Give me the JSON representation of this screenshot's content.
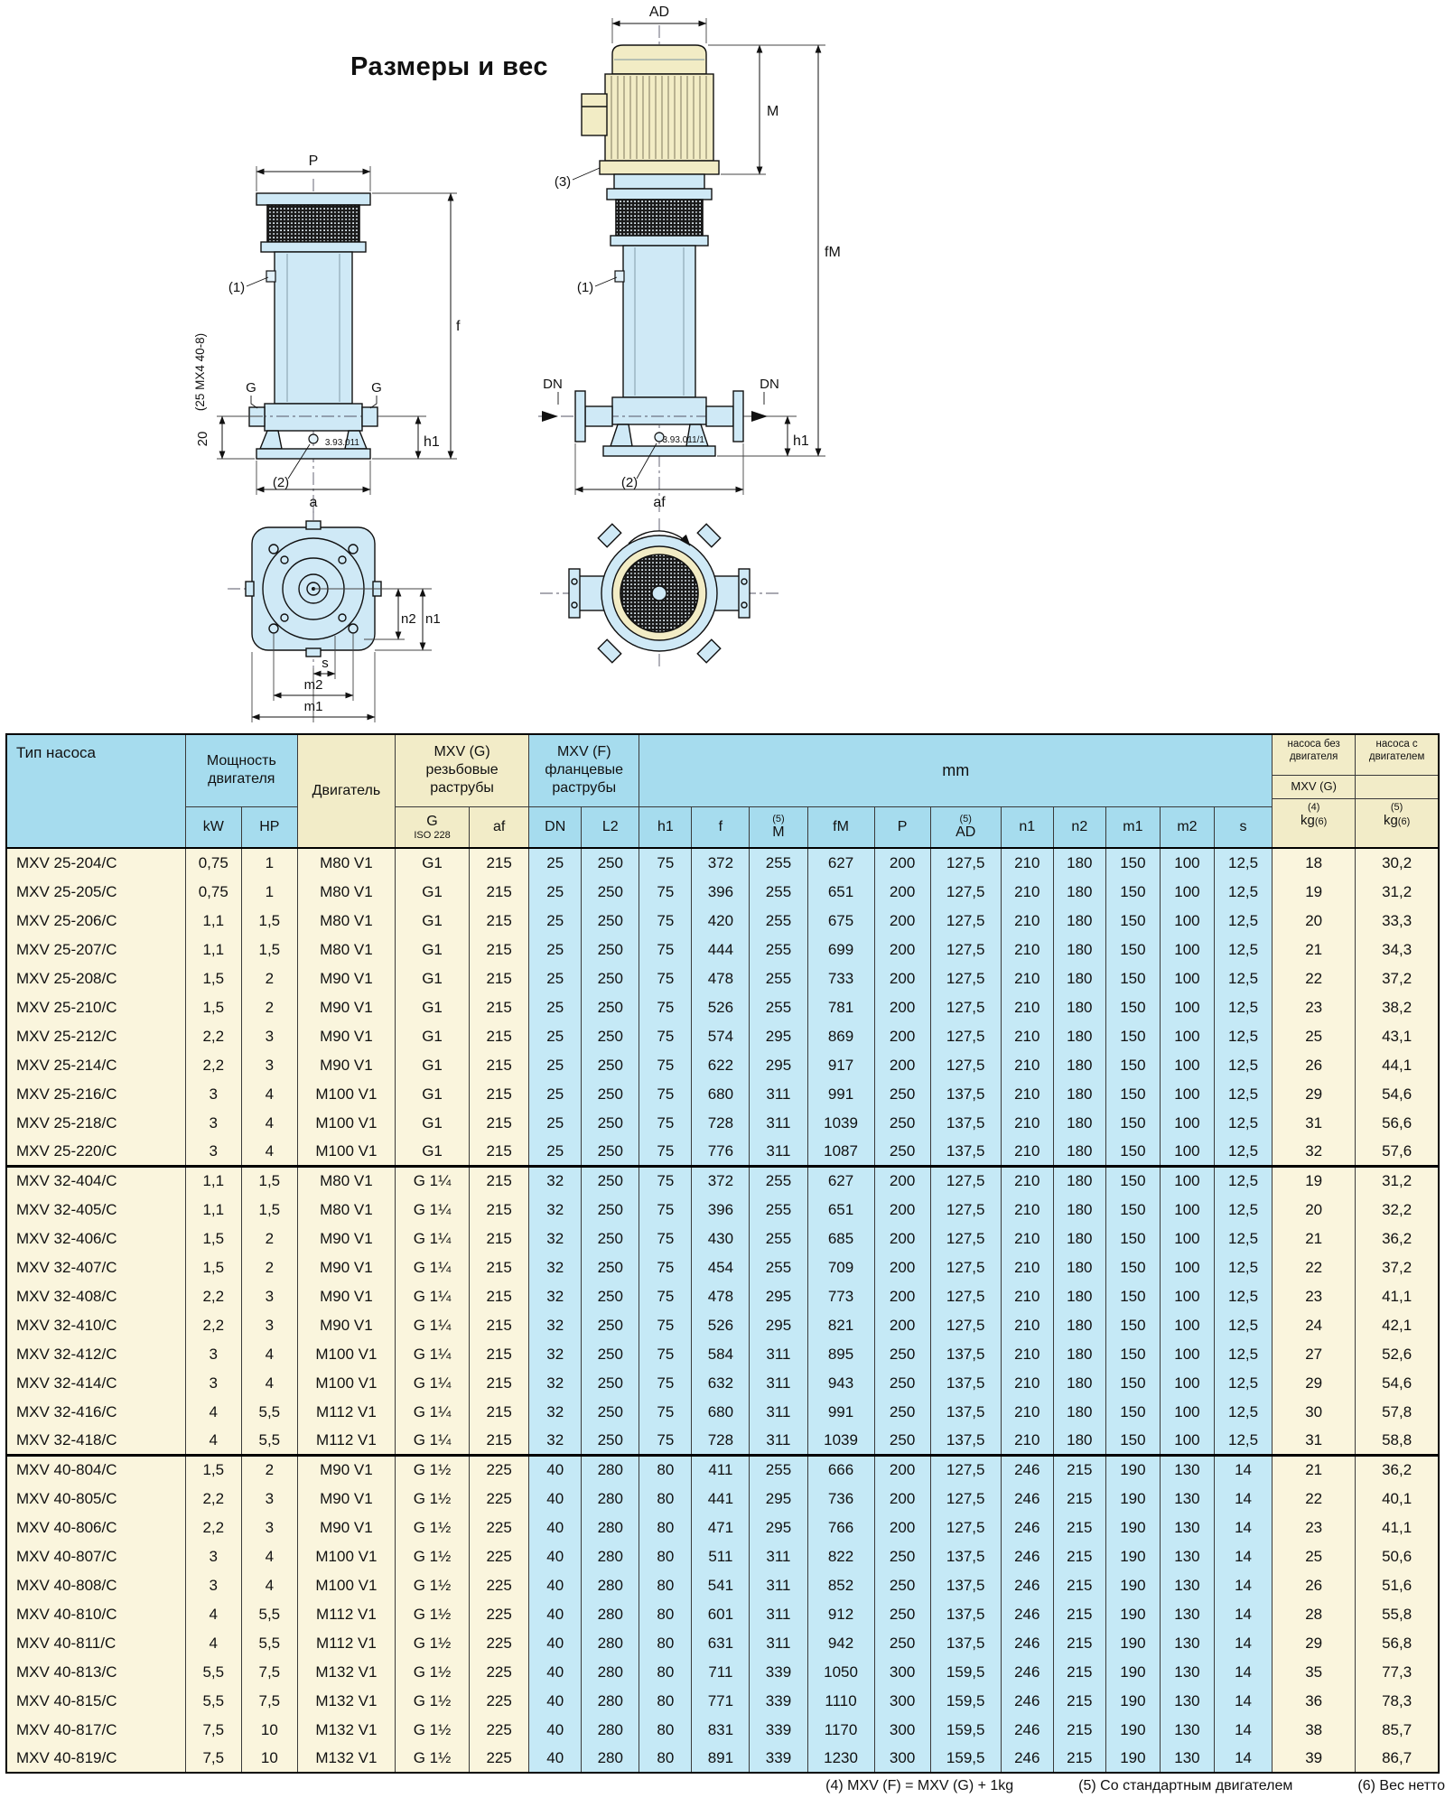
{
  "page_title": "Размеры и вес",
  "drawings": {
    "threaded_view": {
      "p": "P",
      "f": "f",
      "g_left": "G",
      "g_right": "G",
      "h1": "h1",
      "a": "a",
      "note_20": "20",
      "note_25": "(25 MX4 40-8)",
      "callout_1": "(1)",
      "callout_2": "(2)",
      "code": "3.93.011"
    },
    "flanged_view": {
      "ad": "AD",
      "m": "M",
      "fm": "fM",
      "dn_left": "DN",
      "dn_right": "DN",
      "h1": "h1",
      "af": "af",
      "callout_1": "(1)",
      "callout_2": "(2)",
      "callout_3": "(3)",
      "code": "3.93.011/1"
    },
    "top_view": {
      "n1": "n1",
      "n2": "n2",
      "s": "s",
      "m1": "m1",
      "m2": "m2"
    }
  },
  "table": {
    "header": {
      "pump_type": "Тип насоса",
      "power": "Мощность\nдвигателя",
      "motor": "Двигатель",
      "mxv_g": "MXV (G)\nрезьбовые\nраструбы",
      "mxv_f": "MXV (F)\nфланцевые\nраструбы",
      "mm": "mm",
      "weight_bare_caption": "насоса без\nдвигателя",
      "weight_bare_series": "MXV (G)",
      "weight_full_caption": "насоса с\nдвигателем",
      "kw": "kW",
      "hp": "HP",
      "g": "G",
      "g_iso": "ISO 228",
      "af": "af",
      "dn": "DN",
      "l2": "L2",
      "h1": "h1",
      "f": "f",
      "m_note": "(5)",
      "m": "M",
      "fm": "fM",
      "p": "P",
      "ad_note": "(5)",
      "ad": "AD",
      "n1": "n1",
      "n2": "n2",
      "m1": "m1",
      "m2": "m2",
      "s": "s",
      "kg_bare_note": "(4)",
      "kg_bare": "kg",
      "kg_bare_paren": "(6)",
      "kg_full_note": "(5)",
      "kg_full": "kg",
      "kg_full_paren": "(6)"
    },
    "groups": [
      {
        "rows": [
          [
            "MXV 25-204/C",
            "0,75",
            "1",
            "M80 V1",
            "G1",
            "215",
            "25",
            "250",
            "75",
            "372",
            "255",
            "627",
            "200",
            "127,5",
            "210",
            "180",
            "150",
            "100",
            "12,5",
            "18",
            "30,2"
          ],
          [
            "MXV 25-205/C",
            "0,75",
            "1",
            "M80 V1",
            "G1",
            "215",
            "25",
            "250",
            "75",
            "396",
            "255",
            "651",
            "200",
            "127,5",
            "210",
            "180",
            "150",
            "100",
            "12,5",
            "19",
            "31,2"
          ],
          [
            "MXV 25-206/C",
            "1,1",
            "1,5",
            "M80 V1",
            "G1",
            "215",
            "25",
            "250",
            "75",
            "420",
            "255",
            "675",
            "200",
            "127,5",
            "210",
            "180",
            "150",
            "100",
            "12,5",
            "20",
            "33,3"
          ],
          [
            "MXV 25-207/C",
            "1,1",
            "1,5",
            "M80 V1",
            "G1",
            "215",
            "25",
            "250",
            "75",
            "444",
            "255",
            "699",
            "200",
            "127,5",
            "210",
            "180",
            "150",
            "100",
            "12,5",
            "21",
            "34,3"
          ],
          [
            "MXV 25-208/C",
            "1,5",
            "2",
            "M90 V1",
            "G1",
            "215",
            "25",
            "250",
            "75",
            "478",
            "255",
            "733",
            "200",
            "127,5",
            "210",
            "180",
            "150",
            "100",
            "12,5",
            "22",
            "37,2"
          ],
          [
            "MXV 25-210/C",
            "1,5",
            "2",
            "M90 V1",
            "G1",
            "215",
            "25",
            "250",
            "75",
            "526",
            "255",
            "781",
            "200",
            "127,5",
            "210",
            "180",
            "150",
            "100",
            "12,5",
            "23",
            "38,2"
          ],
          [
            "MXV 25-212/C",
            "2,2",
            "3",
            "M90 V1",
            "G1",
            "215",
            "25",
            "250",
            "75",
            "574",
            "295",
            "869",
            "200",
            "127,5",
            "210",
            "180",
            "150",
            "100",
            "12,5",
            "25",
            "43,1"
          ],
          [
            "MXV 25-214/C",
            "2,2",
            "3",
            "M90 V1",
            "G1",
            "215",
            "25",
            "250",
            "75",
            "622",
            "295",
            "917",
            "200",
            "127,5",
            "210",
            "180",
            "150",
            "100",
            "12,5",
            "26",
            "44,1"
          ],
          [
            "MXV 25-216/C",
            "3",
            "4",
            "M100 V1",
            "G1",
            "215",
            "25",
            "250",
            "75",
            "680",
            "311",
            "991",
            "250",
            "137,5",
            "210",
            "180",
            "150",
            "100",
            "12,5",
            "29",
            "54,6"
          ],
          [
            "MXV 25-218/C",
            "3",
            "4",
            "M100 V1",
            "G1",
            "215",
            "25",
            "250",
            "75",
            "728",
            "311",
            "1039",
            "250",
            "137,5",
            "210",
            "180",
            "150",
            "100",
            "12,5",
            "31",
            "56,6"
          ],
          [
            "MXV 25-220/C",
            "3",
            "4",
            "M100 V1",
            "G1",
            "215",
            "25",
            "250",
            "75",
            "776",
            "311",
            "1087",
            "250",
            "137,5",
            "210",
            "180",
            "150",
            "100",
            "12,5",
            "32",
            "57,6"
          ]
        ]
      },
      {
        "rows": [
          [
            "MXV 32-404/C",
            "1,1",
            "1,5",
            "M80 V1",
            "G 1¼",
            "215",
            "32",
            "250",
            "75",
            "372",
            "255",
            "627",
            "200",
            "127,5",
            "210",
            "180",
            "150",
            "100",
            "12,5",
            "19",
            "31,2"
          ],
          [
            "MXV 32-405/C",
            "1,1",
            "1,5",
            "M80 V1",
            "G 1¼",
            "215",
            "32",
            "250",
            "75",
            "396",
            "255",
            "651",
            "200",
            "127,5",
            "210",
            "180",
            "150",
            "100",
            "12,5",
            "20",
            "32,2"
          ],
          [
            "MXV 32-406/C",
            "1,5",
            "2",
            "M90 V1",
            "G 1¼",
            "215",
            "32",
            "250",
            "75",
            "430",
            "255",
            "685",
            "200",
            "127,5",
            "210",
            "180",
            "150",
            "100",
            "12,5",
            "21",
            "36,2"
          ],
          [
            "MXV 32-407/C",
            "1,5",
            "2",
            "M90 V1",
            "G 1¼",
            "215",
            "32",
            "250",
            "75",
            "454",
            "255",
            "709",
            "200",
            "127,5",
            "210",
            "180",
            "150",
            "100",
            "12,5",
            "22",
            "37,2"
          ],
          [
            "MXV 32-408/C",
            "2,2",
            "3",
            "M90 V1",
            "G 1¼",
            "215",
            "32",
            "250",
            "75",
            "478",
            "295",
            "773",
            "200",
            "127,5",
            "210",
            "180",
            "150",
            "100",
            "12,5",
            "23",
            "41,1"
          ],
          [
            "MXV 32-410/C",
            "2,2",
            "3",
            "M90 V1",
            "G 1¼",
            "215",
            "32",
            "250",
            "75",
            "526",
            "295",
            "821",
            "200",
            "127,5",
            "210",
            "180",
            "150",
            "100",
            "12,5",
            "24",
            "42,1"
          ],
          [
            "MXV 32-412/C",
            "3",
            "4",
            "M100 V1",
            "G 1¼",
            "215",
            "32",
            "250",
            "75",
            "584",
            "311",
            "895",
            "250",
            "137,5",
            "210",
            "180",
            "150",
            "100",
            "12,5",
            "27",
            "52,6"
          ],
          [
            "MXV 32-414/C",
            "3",
            "4",
            "M100 V1",
            "G 1¼",
            "215",
            "32",
            "250",
            "75",
            "632",
            "311",
            "943",
            "250",
            "137,5",
            "210",
            "180",
            "150",
            "100",
            "12,5",
            "29",
            "54,6"
          ],
          [
            "MXV 32-416/C",
            "4",
            "5,5",
            "M112 V1",
            "G 1¼",
            "215",
            "32",
            "250",
            "75",
            "680",
            "311",
            "991",
            "250",
            "137,5",
            "210",
            "180",
            "150",
            "100",
            "12,5",
            "30",
            "57,8"
          ],
          [
            "MXV 32-418/C",
            "4",
            "5,5",
            "M112 V1",
            "G 1¼",
            "215",
            "32",
            "250",
            "75",
            "728",
            "311",
            "1039",
            "250",
            "137,5",
            "210",
            "180",
            "150",
            "100",
            "12,5",
            "31",
            "58,8"
          ]
        ]
      },
      {
        "rows": [
          [
            "MXV 40-804/C",
            "1,5",
            "2",
            "M90 V1",
            "G 1½",
            "225",
            "40",
            "280",
            "80",
            "411",
            "255",
            "666",
            "200",
            "127,5",
            "246",
            "215",
            "190",
            "130",
            "14",
            "21",
            "36,2"
          ],
          [
            "MXV 40-805/C",
            "2,2",
            "3",
            "M90 V1",
            "G 1½",
            "225",
            "40",
            "280",
            "80",
            "441",
            "295",
            "736",
            "200",
            "127,5",
            "246",
            "215",
            "190",
            "130",
            "14",
            "22",
            "40,1"
          ],
          [
            "MXV 40-806/C",
            "2,2",
            "3",
            "M90 V1",
            "G 1½",
            "225",
            "40",
            "280",
            "80",
            "471",
            "295",
            "766",
            "200",
            "127,5",
            "246",
            "215",
            "190",
            "130",
            "14",
            "23",
            "41,1"
          ],
          [
            "MXV 40-807/C",
            "3",
            "4",
            "M100 V1",
            "G 1½",
            "225",
            "40",
            "280",
            "80",
            "511",
            "311",
            "822",
            "250",
            "137,5",
            "246",
            "215",
            "190",
            "130",
            "14",
            "25",
            "50,6"
          ],
          [
            "MXV 40-808/C",
            "3",
            "4",
            "M100 V1",
            "G 1½",
            "225",
            "40",
            "280",
            "80",
            "541",
            "311",
            "852",
            "250",
            "137,5",
            "246",
            "215",
            "190",
            "130",
            "14",
            "26",
            "51,6"
          ],
          [
            "MXV 40-810/C",
            "4",
            "5,5",
            "M112 V1",
            "G 1½",
            "225",
            "40",
            "280",
            "80",
            "601",
            "311",
            "912",
            "250",
            "137,5",
            "246",
            "215",
            "190",
            "130",
            "14",
            "28",
            "55,8"
          ],
          [
            "MXV 40-811/C",
            "4",
            "5,5",
            "M112 V1",
            "G 1½",
            "225",
            "40",
            "280",
            "80",
            "631",
            "311",
            "942",
            "250",
            "137,5",
            "246",
            "215",
            "190",
            "130",
            "14",
            "29",
            "56,8"
          ],
          [
            "MXV 40-813/C",
            "5,5",
            "7,5",
            "M132 V1",
            "G 1½",
            "225",
            "40",
            "280",
            "80",
            "711",
            "339",
            "1050",
            "300",
            "159,5",
            "246",
            "215",
            "190",
            "130",
            "14",
            "35",
            "77,3"
          ],
          [
            "MXV 40-815/C",
            "5,5",
            "7,5",
            "M132 V1",
            "G 1½",
            "225",
            "40",
            "280",
            "80",
            "771",
            "339",
            "1110",
            "300",
            "159,5",
            "246",
            "215",
            "190",
            "130",
            "14",
            "36",
            "78,3"
          ],
          [
            "MXV 40-817/C",
            "7,5",
            "10",
            "M132 V1",
            "G 1½",
            "225",
            "40",
            "280",
            "80",
            "831",
            "339",
            "1170",
            "300",
            "159,5",
            "246",
            "215",
            "190",
            "130",
            "14",
            "38",
            "85,7"
          ],
          [
            "MXV 40-819/C",
            "7,5",
            "10",
            "M132 V1",
            "G 1½",
            "225",
            "40",
            "280",
            "80",
            "891",
            "339",
            "1230",
            "300",
            "159,5",
            "246",
            "215",
            "190",
            "130",
            "14",
            "39",
            "86,7"
          ]
        ]
      }
    ]
  },
  "footnotes": [
    "(4) MXV (F) = MXV (G) + 1kg",
    "(5) Со стандартным двигателем",
    "(6) Вес нетто"
  ]
}
